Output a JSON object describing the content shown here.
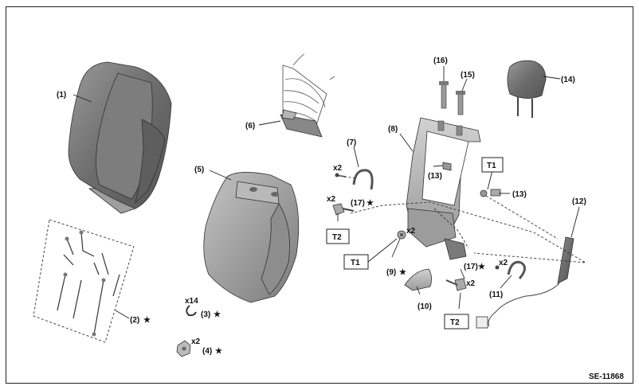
{
  "figure_ref": "SE-11868",
  "star_glyph": "★",
  "callouts": {
    "c1": "(1)",
    "c2": "(2)",
    "c3": "(3)",
    "c4": "(4)",
    "c5": "(5)",
    "c6": "(6)",
    "c7": "(7)",
    "c8": "(8)",
    "c9": "(9)",
    "c10": "(10)",
    "c11": "(11)",
    "c12": "(12)",
    "c13a": "(13)",
    "c13b": "(13)",
    "c14": "(14)",
    "c15": "(15)",
    "c16": "(16)",
    "c17a": "(17)",
    "c17b": "(17)"
  },
  "quantities": {
    "q14": "x14",
    "q4": "x2",
    "q7": "x2",
    "q17a": "x2",
    "q9": "x2",
    "q17b": "x2",
    "q11": "x2"
  },
  "torque_boxes": {
    "t1_upper": "T1",
    "t2_left": "T2",
    "t1_lower": "T1",
    "t2_lower": "T2"
  },
  "colors": {
    "part_dark": "#6f6f6f",
    "part_mid": "#8c8c8c",
    "part_light": "#b5b5b5",
    "outline": "#333333"
  }
}
